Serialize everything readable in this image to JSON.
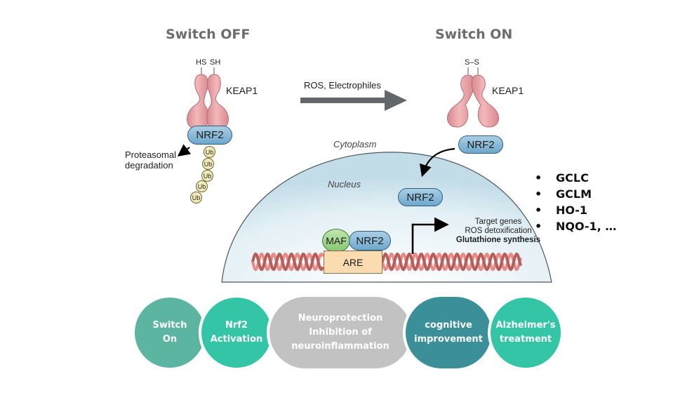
{
  "titles": {
    "off": "Switch OFF",
    "on": "Switch ON"
  },
  "off_state": {
    "thiol_left": "HS",
    "thiol_right": "SH",
    "keap1_label": "KEAP1",
    "nrf2_label": "NRF2",
    "degradation_label_line1": "Proteasomal",
    "degradation_label_line2": "degradation",
    "ubiquitin_label": "Ub",
    "ubiquitin_count": 5
  },
  "transition": {
    "arrow_label": "ROS, Electrophiles"
  },
  "on_state": {
    "disulfide_label": "S–S",
    "keap1_label": "KEAP1",
    "nrf2_cytoplasm_label": "NRF2",
    "cytoplasm_label": "Cytoplasm",
    "nucleus_label": "Nucleus",
    "nrf2_nucleus_label": "NRF2",
    "maf_label": "MAF",
    "nrf2_bound_label": "NRF2",
    "are_label": "ARE",
    "target_line1": "Target genes",
    "target_line2": "ROS detoxification",
    "target_line3": "Glutathione synthesis"
  },
  "genes": [
    "GCLC",
    "GCLM",
    "HO-1",
    "NQO-1, …"
  ],
  "bullet": "•",
  "flow_steps": [
    {
      "line1": "Switch",
      "line2": "On",
      "line3": "",
      "color": "#5bb5a0"
    },
    {
      "line1": "Nrf2",
      "line2": "Activation",
      "line3": "",
      "color": "#33c5a6"
    },
    {
      "line1": "Neuroprotection",
      "line2": "Inhibition of",
      "line3": "neuroinflammation",
      "color": "#c2c2c2"
    },
    {
      "line1": "cognitive",
      "line2": "improvement",
      "line3": "",
      "color": "#3a8f98"
    },
    {
      "line1": "Alzheimer's",
      "line2": "treatment",
      "line3": "",
      "color": "#33c5a6"
    }
  ],
  "colors": {
    "keap1_fill": "#eaa2a6",
    "nrf2_fill": "#8fbfdc",
    "maf_fill": "#9fd58a",
    "are_fill": "#fbdcb0",
    "nucleus_fill": "#dcedf4",
    "dna": "#e88a86",
    "arrow_gray": "#63676b"
  }
}
